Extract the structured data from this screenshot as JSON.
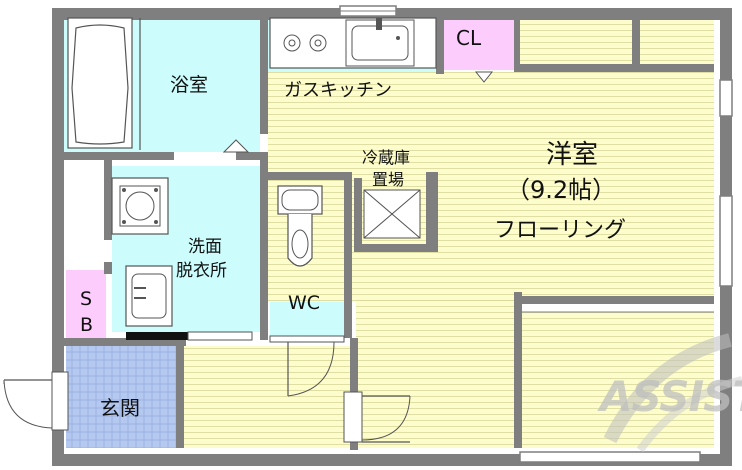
{
  "rooms": {
    "bathroom": "浴室",
    "kitchen": "ガスキッチン",
    "closet": "CL",
    "fridge_line1": "冷蔵庫",
    "fridge_line2": "置場",
    "western_room_title": "洋室",
    "western_room_size": "（9.2帖）",
    "western_room_floor": "フローリング",
    "washroom_line1": "洗面",
    "washroom_line2": "脱衣所",
    "shoe_box_s": "S",
    "shoe_box_b": "B",
    "toilet": "WC",
    "entrance": "玄関"
  },
  "watermark": "ASSIST",
  "colors": {
    "wall": "#7f7f7f",
    "wet_area": "#ccfcfc",
    "flooring": "#fcfccc",
    "entrance_tile": "#b4c8f0",
    "watermark": "#bfbfbf"
  }
}
